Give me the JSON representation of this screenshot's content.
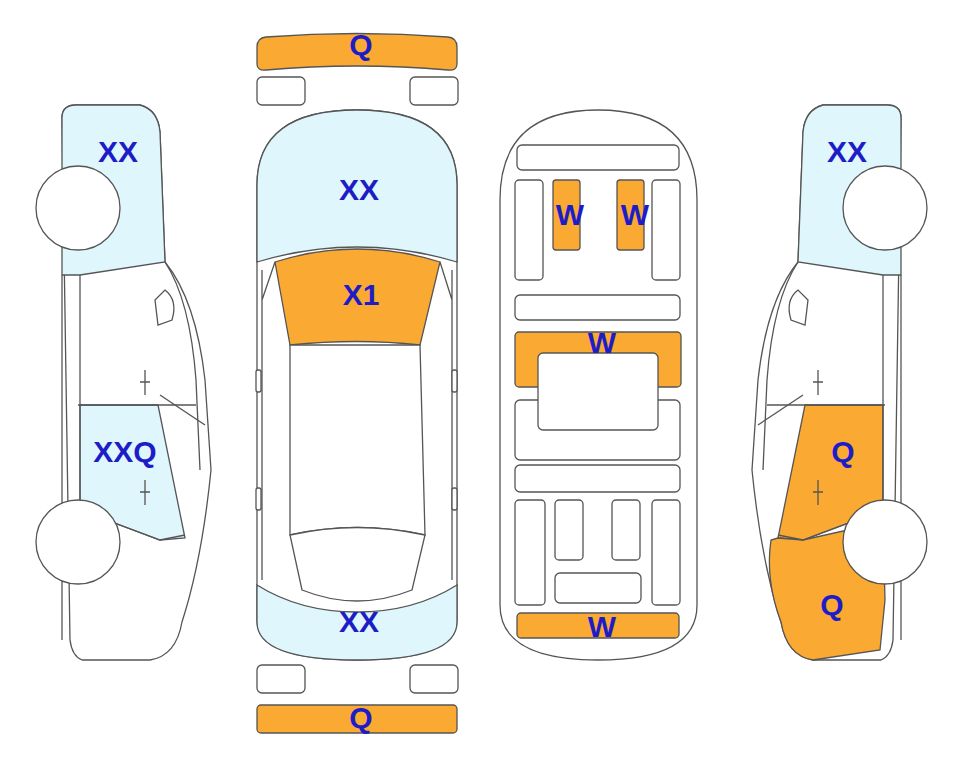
{
  "diagram": {
    "nodes": [
      {
        "text": [
          "Q"
        ]
      },
      {
        "text": [
          "XX"
        ]
      },
      {
        "text": [
          "XX"
        ]
      },
      {
        "text": [
          "W"
        ]
      },
      {
        "text": [
          "W"
        ]
      },
      {
        "text": [
          "XX"
        ]
      },
      {
        "text": [
          "X1"
        ]
      },
      {
        "text": [
          "W"
        ]
      },
      {
        "text": [
          "XXQ"
        ]
      },
      {
        "text": [
          "Q"
        ]
      },
      {
        "text": [
          "Q"
        ]
      },
      {
        "text": [
          "XX"
        ]
      },
      {
        "text": [
          "W"
        ]
      },
      {
        "text": [
          "Q"
        ]
      }
    ]
  }
}
